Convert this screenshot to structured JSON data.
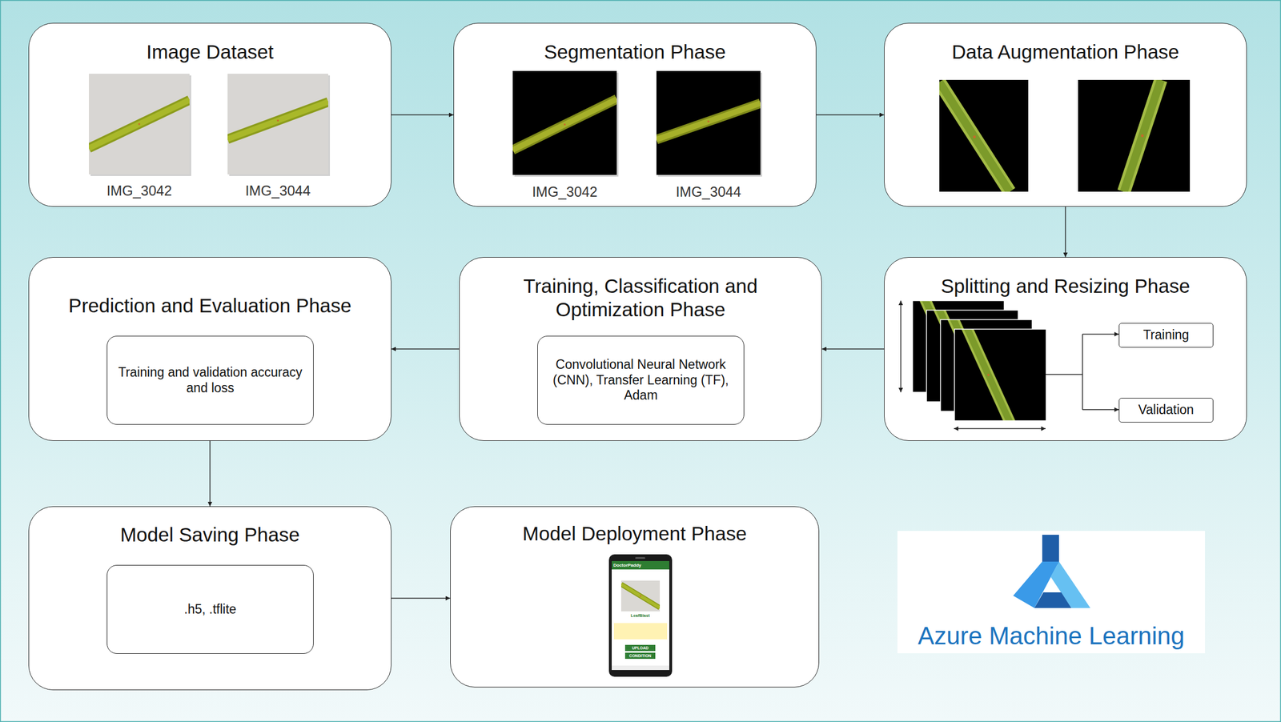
{
  "diagram": {
    "nodes": [
      {
        "text": [
          "Image Dataset"
        ]
      },
      {
        "text": [
          "Segmentation Phase"
        ]
      },
      {
        "text": [
          "Data Augmentation Phase"
        ]
      },
      {
        "text": [
          "Prediction and Evaluation Phase"
        ]
      },
      {
        "text": [
          "Training and validation accuracy and loss"
        ],
        "in": 3
      },
      {
        "text": [
          "Training, Classification and Optimization Phase"
        ]
      },
      {
        "text": [
          "Convolutional Neural Network (CNN), Transfer Learning (TF), Adam"
        ],
        "in": 5
      },
      {
        "text": [
          "Splitting and Resizing Phase"
        ]
      },
      {
        "text": [
          "Training"
        ],
        "in": 7
      },
      {
        "text": [
          "Validation"
        ],
        "in": 7
      },
      {
        "text": [
          "Model Saving Phase"
        ]
      },
      {
        "text": [
          ".h5, .tflite"
        ],
        "in": 10
      },
      {
        "text": [
          "Model Deployment Phase"
        ]
      }
    ],
    "edges": [
      {
        "from": 0,
        "to": 1,
        "arrow": "to"
      },
      {
        "from": 1,
        "to": 2,
        "arrow": "to"
      },
      {
        "from": 2,
        "to": 7,
        "arrow": "to"
      },
      {
        "from": 7,
        "to": 5,
        "arrow": "to"
      },
      {
        "from": 5,
        "to": 3,
        "arrow": "to"
      },
      {
        "from": 3,
        "to": 10,
        "arrow": "to"
      },
      {
        "from": 10,
        "to": 12,
        "arrow": "to"
      }
    ],
    "labels": [
      "IMG_3042",
      "IMG_3044",
      "IMG_3042",
      "IMG_3044",
      "DoctorPaddy",
      "LeafBlast",
      "UPLOAD",
      "CONDITION",
      "Azure Machine Learning"
    ]
  }
}
